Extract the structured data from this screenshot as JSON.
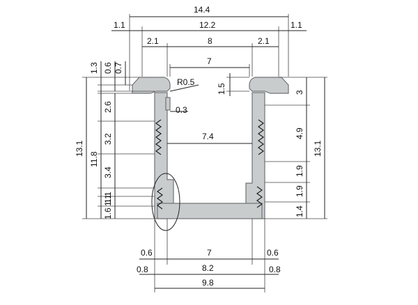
{
  "diagram": {
    "colors": {
      "profile_fill": "#c9cccd",
      "profile_stroke": "#6e7375",
      "line": "#222222"
    },
    "top_dims": {
      "overall_width": "14.4",
      "side_flange_left": "1.1",
      "inner_width": "12.2",
      "side_flange_right": "1.1",
      "lip_left": "2.1",
      "slot_width": "8",
      "lip_right": "2.1",
      "opening": "7",
      "corner_radius": "R0.5",
      "lip_height": "1.5",
      "inner_span": "7.4"
    },
    "left_dims": {
      "top_a": "1.3",
      "top_b": "0.6",
      "top_c": "0.7",
      "total_height": "13.1",
      "inner_height": "11.8",
      "seg_1": "2.6",
      "seg_2": "3.2",
      "seg_3": "3.4",
      "seg_4": "1.1",
      "seg_5": "1.6",
      "seg_6": "1.1",
      "notch": "0.3"
    },
    "right_dims": {
      "top_seg": "3",
      "mid_seg": "4.9",
      "seg_a": "1.9",
      "seg_b": "1.9",
      "bottom_seg": "1.4",
      "total_height": "13.1"
    },
    "bottom_dims": {
      "wall_left_top": "0.6",
      "inner_bottom": "7",
      "wall_right_top": "0.6",
      "wall_left_bottom": "0.8",
      "outer_bottom": "8.2",
      "wall_right_bottom": "0.8",
      "overall_bottom": "9.8"
    }
  }
}
